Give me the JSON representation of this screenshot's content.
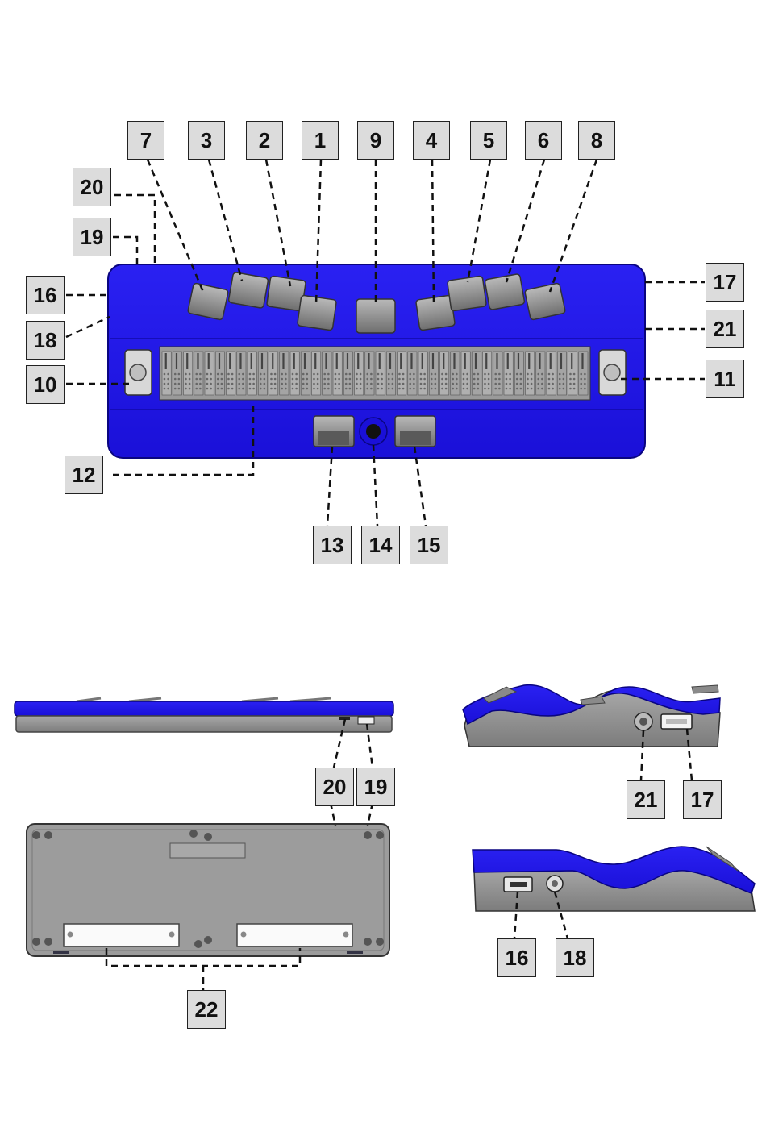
{
  "callouts": {
    "c1": "1",
    "c2": "2",
    "c3": "3",
    "c4": "4",
    "c5": "5",
    "c6": "6",
    "c7": "7",
    "c8": "8",
    "c9": "9",
    "c10": "10",
    "c11": "11",
    "c12": "12",
    "c13": "13",
    "c14": "14",
    "c15": "15",
    "c16": "16",
    "c17": "17",
    "c18": "18",
    "c19": "19",
    "c20": "20",
    "c21": "21",
    "c22": "22",
    "b20": "20",
    "b19": "19",
    "b21": "21",
    "b17": "17",
    "b16": "16",
    "b18": "18",
    "b22": "22"
  },
  "colors": {
    "device_blue": "#1f14e6",
    "device_blue_light": "#3a33ff",
    "key_gray": "#8c8c8c",
    "case_gray": "#9a9a9a",
    "label_fill": "#dcdcdc"
  },
  "views": {
    "top": "top-view",
    "back": "back-edge-view",
    "bottom": "bottom-view",
    "right": "right-side-view",
    "left": "left-side-view"
  }
}
